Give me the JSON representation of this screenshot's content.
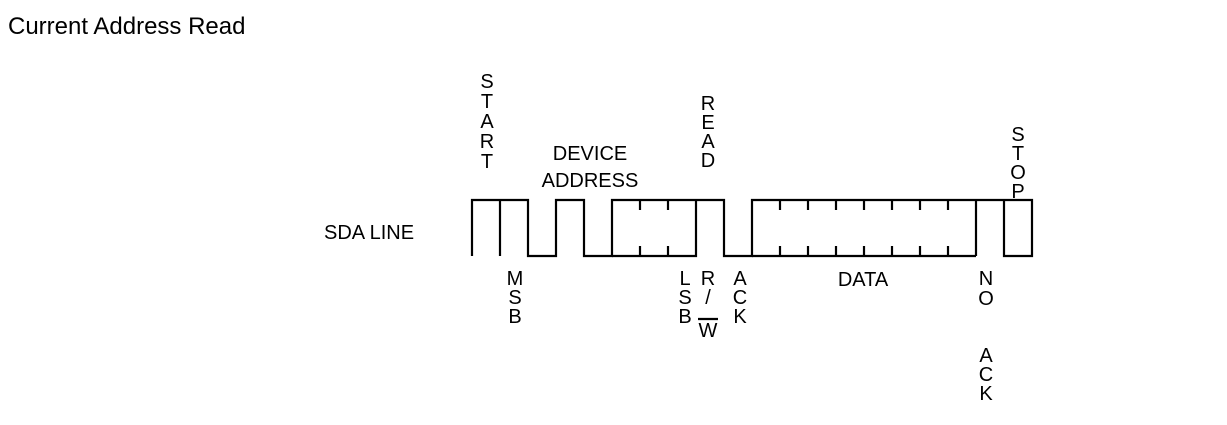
{
  "title": "Current Address Read",
  "line_label": "SDA LINE",
  "labels": {
    "start": "START",
    "device_address_line1": "DEVICE",
    "device_address_line2": "ADDRESS",
    "read": "READ",
    "stop": "STOP",
    "msb": "MSB",
    "lsb": "LSB",
    "rw_r": "R",
    "rw_slash": "/",
    "rw_w": "W",
    "ack": "ACK",
    "data": "DATA",
    "no": "NO",
    "no_ack": "ACK"
  }
}
